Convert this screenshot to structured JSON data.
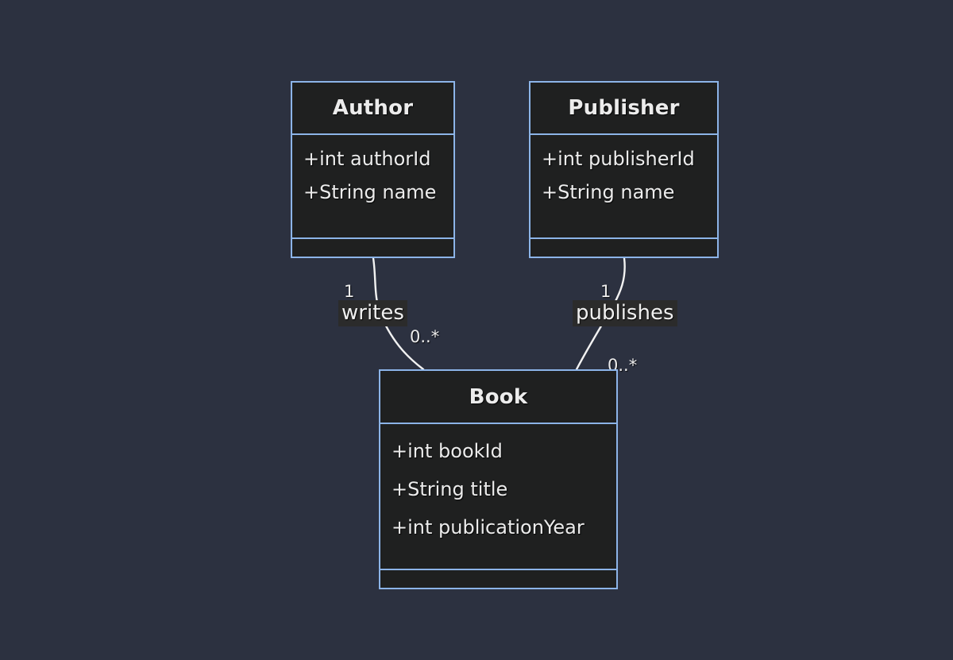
{
  "diagram": {
    "kind": "uml-class-diagram",
    "background_color": "#2c3140",
    "box_fill_color": "#1f2020",
    "box_border_color": "#8cb4e8",
    "text_color": "#ececec",
    "label_chip_color": "#2b2b2b",
    "connector_color": "#f2f2f2"
  },
  "classes": [
    {
      "id": "author",
      "name": "Author",
      "attributes": [
        "+int authorId",
        "+String name"
      ],
      "methods": []
    },
    {
      "id": "publisher",
      "name": "Publisher",
      "attributes": [
        "+int publisherId",
        "+String name"
      ],
      "methods": []
    },
    {
      "id": "book",
      "name": "Book",
      "attributes": [
        "+int bookId",
        "+String title",
        "+int publicationYear"
      ],
      "methods": []
    }
  ],
  "relationships": [
    {
      "id": "writes",
      "label": "writes",
      "source": "Author",
      "target": "Book",
      "source_multiplicity": "1",
      "target_multiplicity": "0..*"
    },
    {
      "id": "publishes",
      "label": "publishes",
      "source": "Publisher",
      "target": "Book",
      "source_multiplicity": "1",
      "target_multiplicity": "0..*"
    }
  ]
}
